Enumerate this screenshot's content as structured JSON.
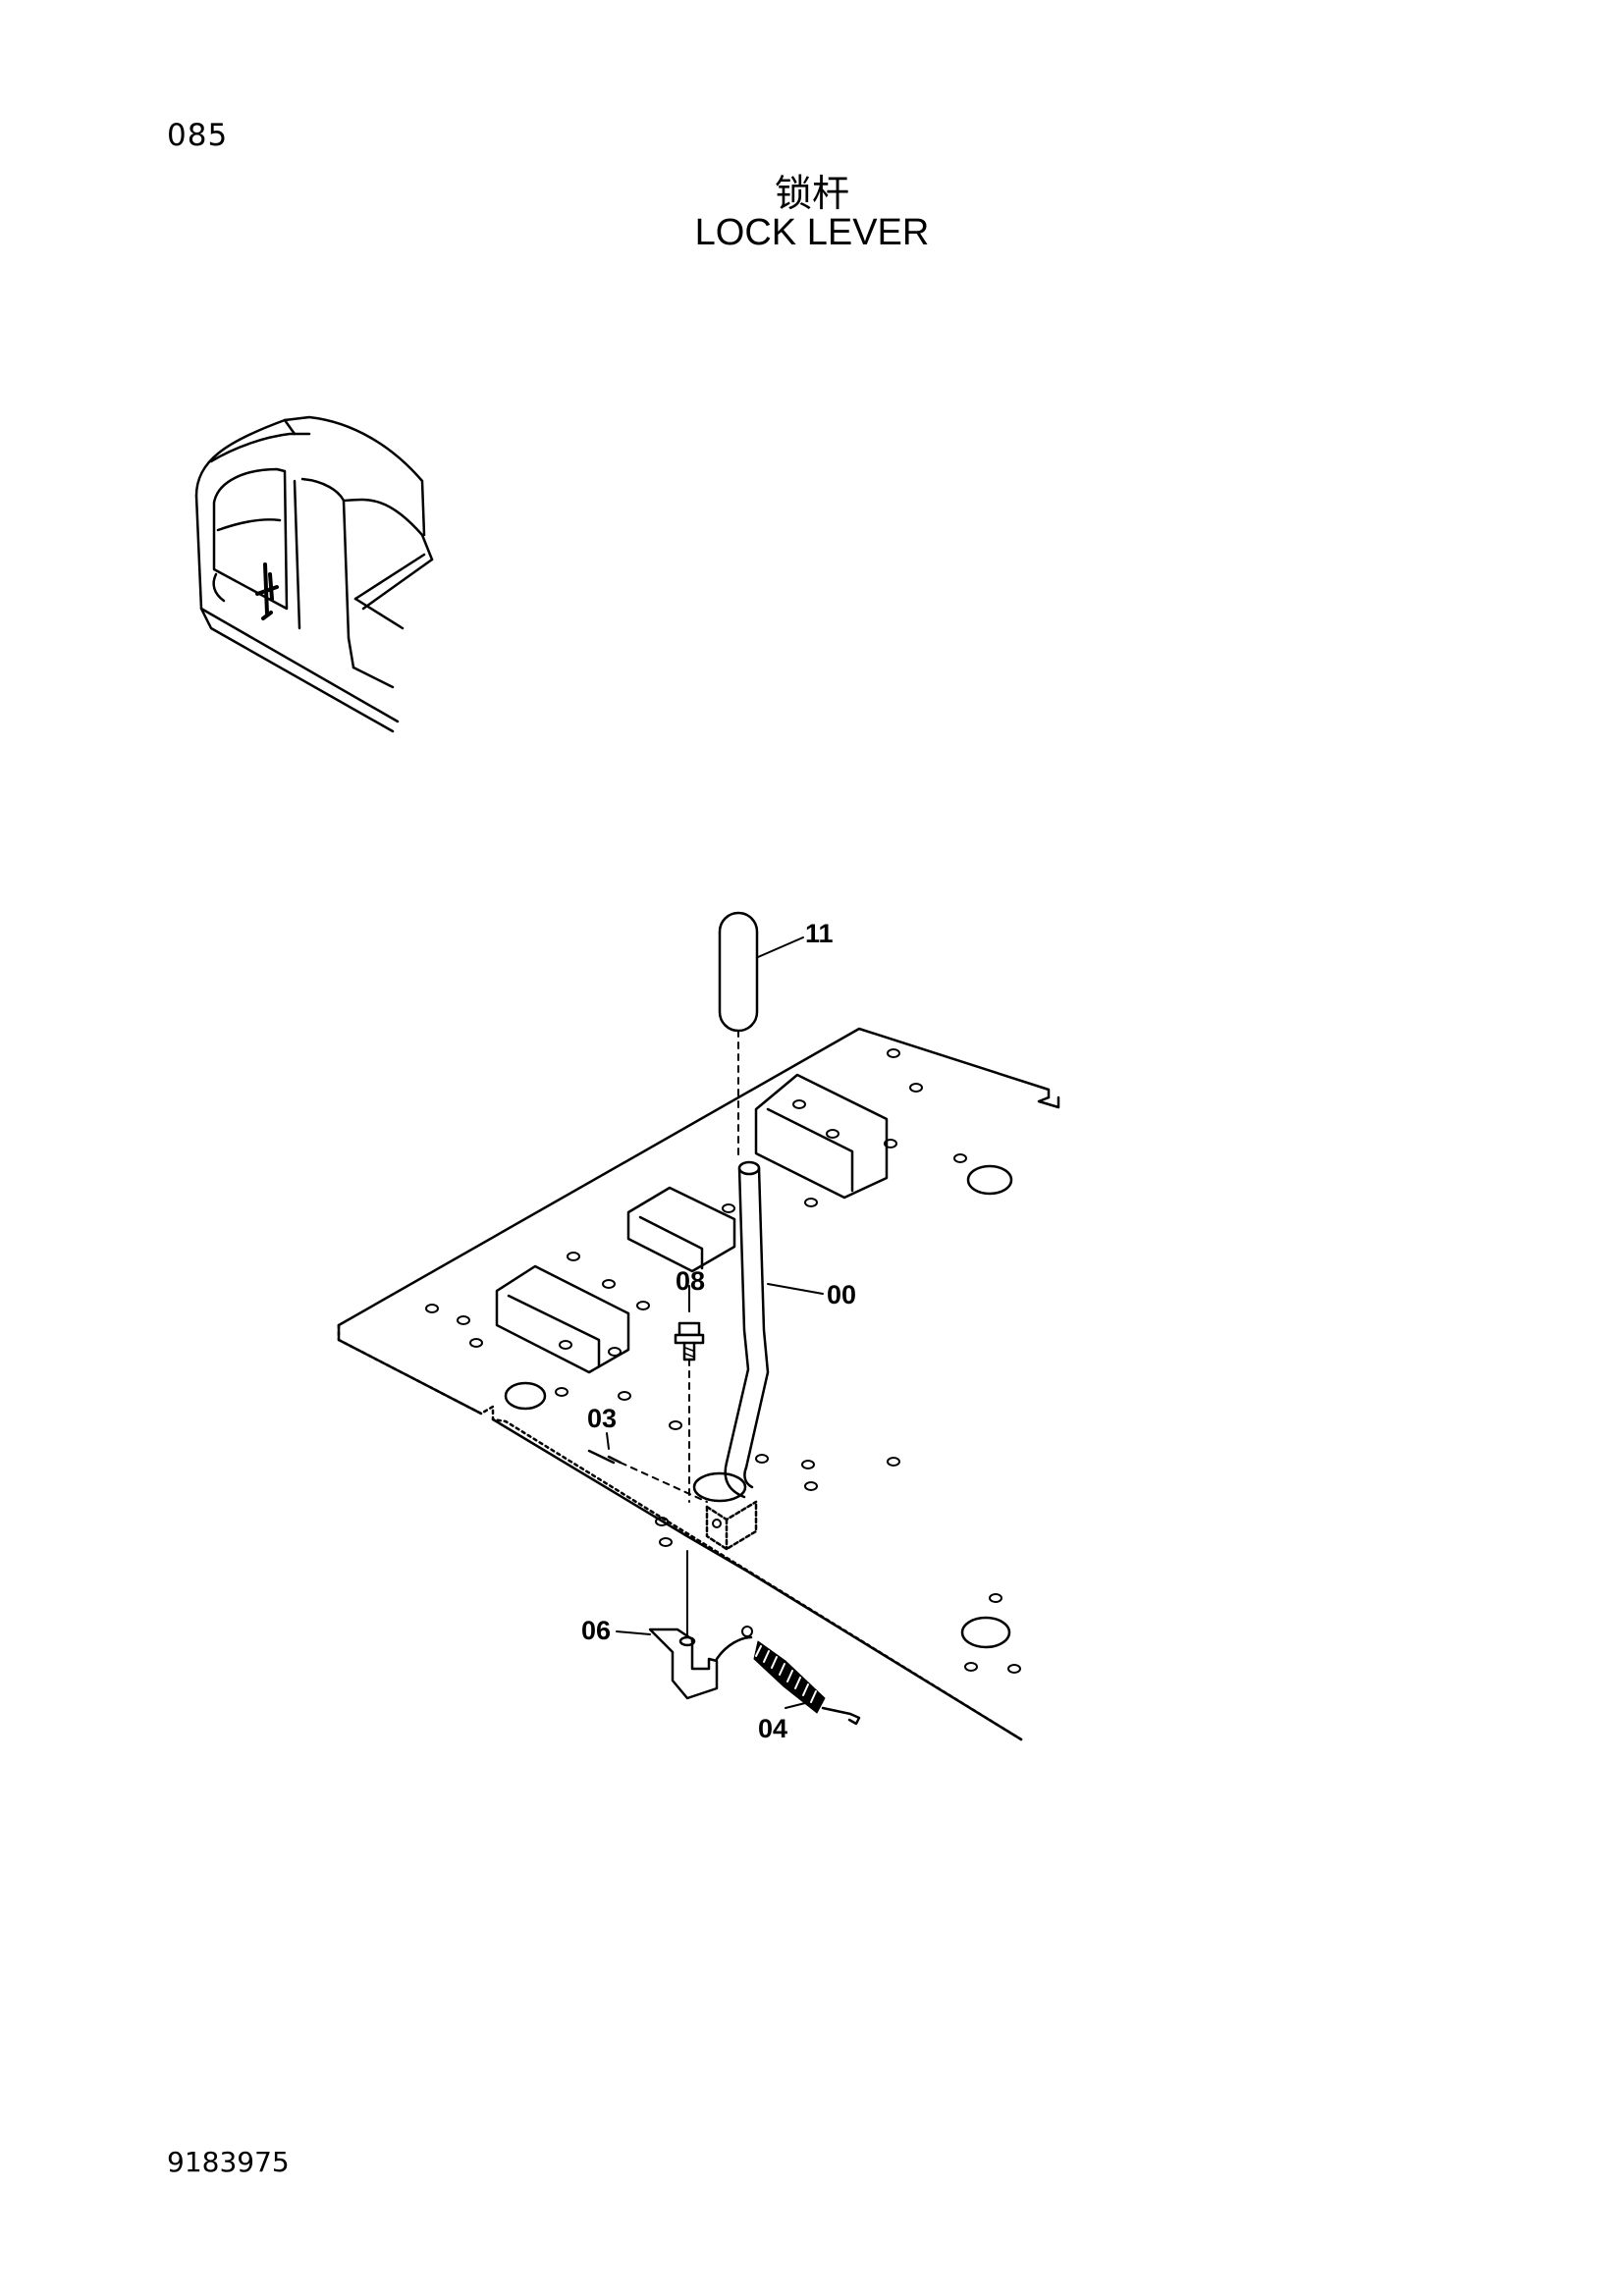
{
  "page_number": "085",
  "title": {
    "chinese": "锁杆",
    "english": "LOCK LEVER"
  },
  "document_code": "9183975",
  "callouts": [
    {
      "id": "11",
      "part": "lever-grip"
    },
    {
      "id": "00",
      "part": "lock-lever-rod"
    },
    {
      "id": "08",
      "part": "bolt"
    },
    {
      "id": "03",
      "part": "pin"
    },
    {
      "id": "06",
      "part": "bracket"
    },
    {
      "id": "04",
      "part": "spring"
    }
  ]
}
